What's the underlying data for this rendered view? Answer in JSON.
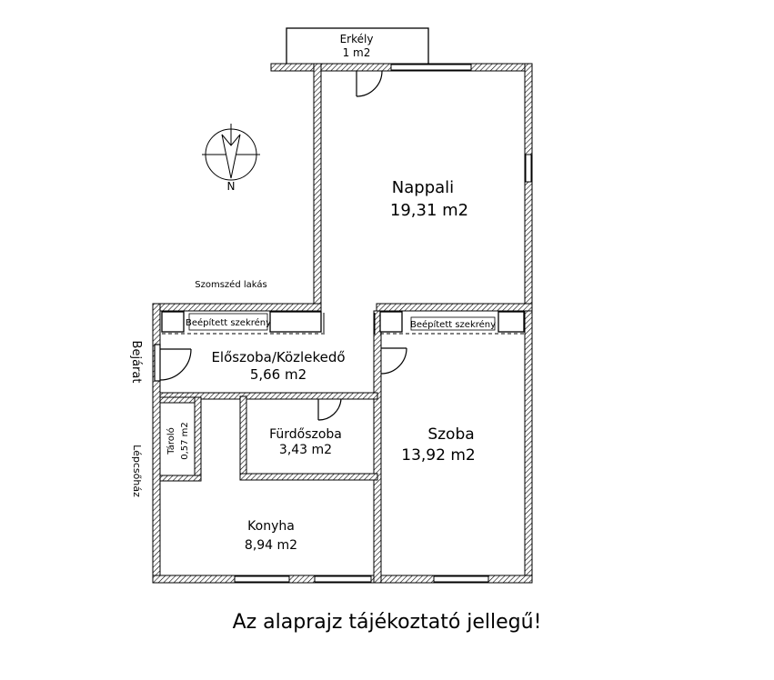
{
  "rooms": {
    "erkely": {
      "name": "Erkély",
      "area": "1 m2"
    },
    "nappali": {
      "name": "Nappali",
      "area": "19,31 m2"
    },
    "eloszoba": {
      "name": "Előszoba/Közlekedő",
      "area": "5,66 m2"
    },
    "furdo": {
      "name": "Fürdőszoba",
      "area": "3,43 m2"
    },
    "szoba": {
      "name": "Szoba",
      "area": "13,92 m2"
    },
    "konyha": {
      "name": "Konyha",
      "area": "8,94 m2"
    },
    "tarolo": {
      "name": "Tároló",
      "area": "0,57 m2"
    }
  },
  "cabinets": {
    "left": "Beépített szekrény",
    "right": "Beépített szekrény"
  },
  "labels": {
    "neighbor": "Szomszéd lakás",
    "entrance": "Bejárat",
    "stairwell": "Lépcsőház",
    "north": "N"
  },
  "footer": "Az alaprajz tájékoztató jellegű!",
  "colors": {
    "wall": "#000000",
    "background": "#ffffff"
  }
}
